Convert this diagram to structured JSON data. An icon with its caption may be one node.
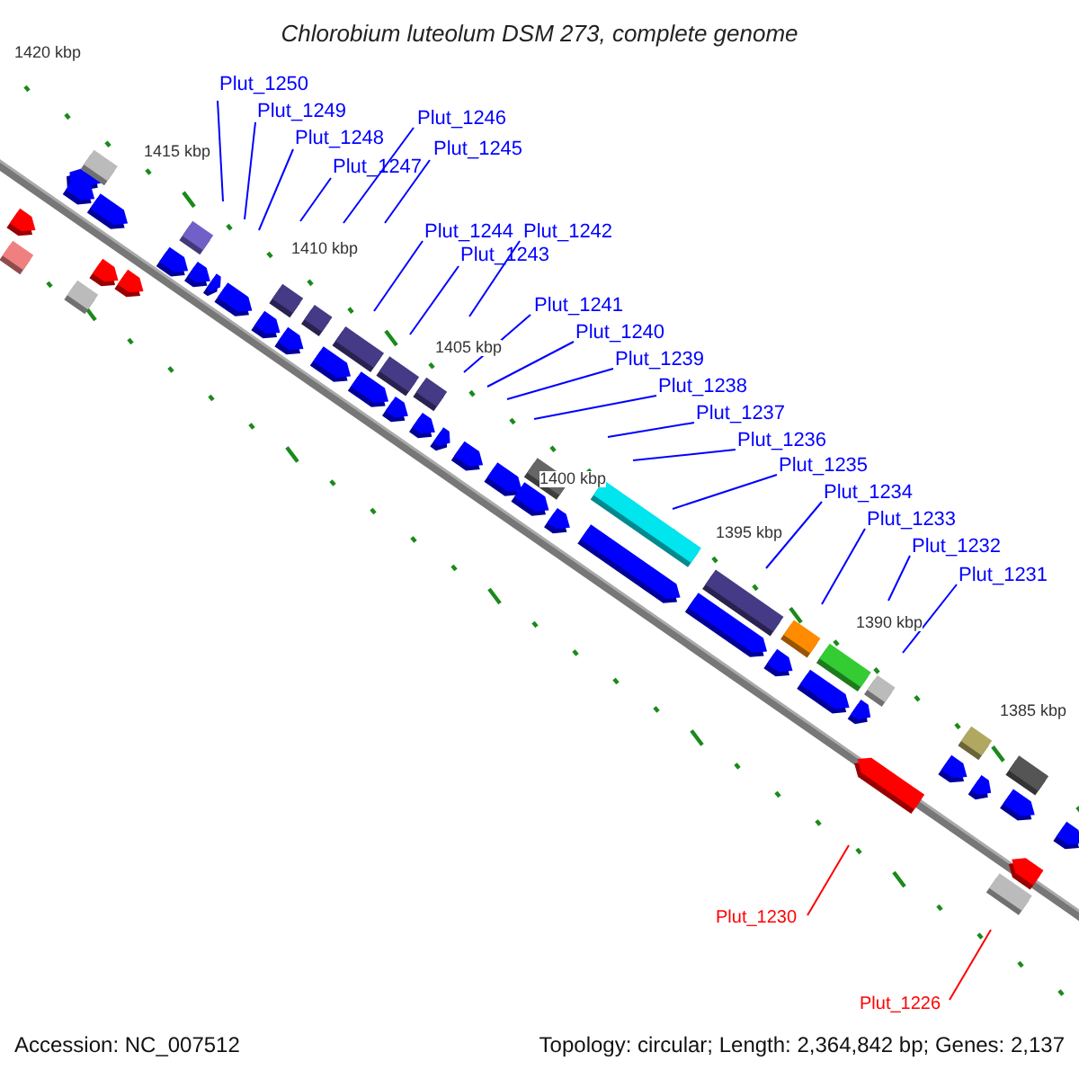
{
  "diagram": {
    "title": "Chlorobium luteolum DSM 273, complete genome",
    "nodes": [
      {
        "text": [
          "Plut_1250"
        ]
      },
      {
        "text": [
          "Plut_1249"
        ]
      },
      {
        "text": [
          "Plut_1248"
        ]
      },
      {
        "text": [
          "Plut_1247"
        ]
      },
      {
        "text": [
          "Plut_1246"
        ]
      },
      {
        "text": [
          "Plut_1245"
        ]
      },
      {
        "text": [
          "Plut_1244"
        ]
      },
      {
        "text": [
          "Plut_1243"
        ]
      },
      {
        "text": [
          "Plut_1242"
        ]
      },
      {
        "text": [
          "Plut_1241"
        ]
      },
      {
        "text": [
          "Plut_1240"
        ]
      },
      {
        "text": [
          "Plut_1239"
        ]
      },
      {
        "text": [
          "Plut_1238"
        ]
      },
      {
        "text": [
          "Plut_1237"
        ]
      },
      {
        "text": [
          "Plut_1236"
        ]
      },
      {
        "text": [
          "Plut_1235"
        ]
      },
      {
        "text": [
          "Plut_1234"
        ]
      },
      {
        "text": [
          "Plut_1233"
        ]
      },
      {
        "text": [
          "Plut_1232"
        ]
      },
      {
        "text": [
          "Plut_1231"
        ]
      },
      {
        "text": [
          "Plut_1230"
        ]
      },
      {
        "text": [
          "Plut_1226"
        ]
      }
    ],
    "edges": [
      {
        "from": 0,
        "to": null,
        "arrow": "none"
      },
      {
        "from": 1,
        "to": null,
        "arrow": "none"
      },
      {
        "from": 2,
        "to": null,
        "arrow": "none"
      },
      {
        "from": 3,
        "to": null,
        "arrow": "none"
      },
      {
        "from": 4,
        "to": null,
        "arrow": "none"
      },
      {
        "from": 5,
        "to": null,
        "arrow": "none"
      },
      {
        "from": 6,
        "to": null,
        "arrow": "none"
      },
      {
        "from": 7,
        "to": null,
        "arrow": "none"
      },
      {
        "from": 8,
        "to": null,
        "arrow": "none"
      },
      {
        "from": 9,
        "to": null,
        "arrow": "none"
      },
      {
        "from": 10,
        "to": null,
        "arrow": "none"
      },
      {
        "from": 11,
        "to": null,
        "arrow": "none"
      },
      {
        "from": 12,
        "to": null,
        "arrow": "none"
      },
      {
        "from": 13,
        "to": null,
        "arrow": "none"
      },
      {
        "from": 14,
        "to": null,
        "arrow": "none"
      },
      {
        "from": 15,
        "to": null,
        "arrow": "none"
      },
      {
        "from": 16,
        "to": null,
        "arrow": "none"
      },
      {
        "from": 17,
        "to": null,
        "arrow": "none"
      },
      {
        "from": 18,
        "to": null,
        "arrow": "none"
      },
      {
        "from": 19,
        "to": null,
        "arrow": "none"
      },
      {
        "from": 20,
        "to": null,
        "arrow": "none",
        "color": "#ff0000"
      },
      {
        "from": 21,
        "to": null,
        "arrow": "none",
        "color": "#ff0000"
      }
    ],
    "labels": [
      "1420 kbp",
      "1415 kbp",
      "1410 kbp",
      "1405 kbp",
      "1400 kbp",
      "1395 kbp",
      "1390 kbp",
      "1385 kbp",
      "Accession: NC_007512",
      "Topology: circular; Length: 2,364,842 bp; Genes: 2,137"
    ]
  }
}
